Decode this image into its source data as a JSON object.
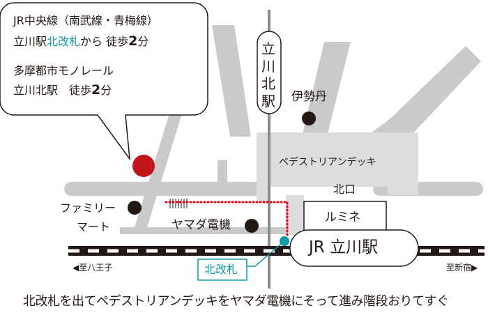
{
  "callout": {
    "line1": "JR中央線（南武線・青梅線）",
    "line2_pre": "立川駅",
    "line2_accent": "北改札",
    "line2_mid": "から 徒歩",
    "line2_num": "2",
    "line2_unit": "分",
    "line3": "多摩都市モノレール",
    "line4_pre": "立川北駅　徒歩",
    "line4_num": "2",
    "line4_unit": "分"
  },
  "labels": {
    "monorail_station": [
      "立",
      "川",
      "北",
      "駅"
    ],
    "isetan": "伊勢丹",
    "deck": "ペデストリアンデッキ",
    "north_exit": "北口",
    "lumine": "ルミネ",
    "familymart_1": "ファミリー",
    "familymart_2": "マート",
    "yamada": "ヤマダ電機",
    "jr_station": "JR 立川駅",
    "north_gate": "北改札",
    "to_hachioji": "◀至八王子",
    "to_shinjuku": "至新宿▶"
  },
  "footer": "北改札を出てペデストリアンデッキをヤマダ電機にそって進み階段おりてすぐ",
  "colors": {
    "road": "#c9caca",
    "deck": "#dcdddd",
    "line": "#231815",
    "route": "#e60012",
    "destination": "#c3161c",
    "accent": "#0f9aa6",
    "monorail": "#8a8b8c"
  }
}
